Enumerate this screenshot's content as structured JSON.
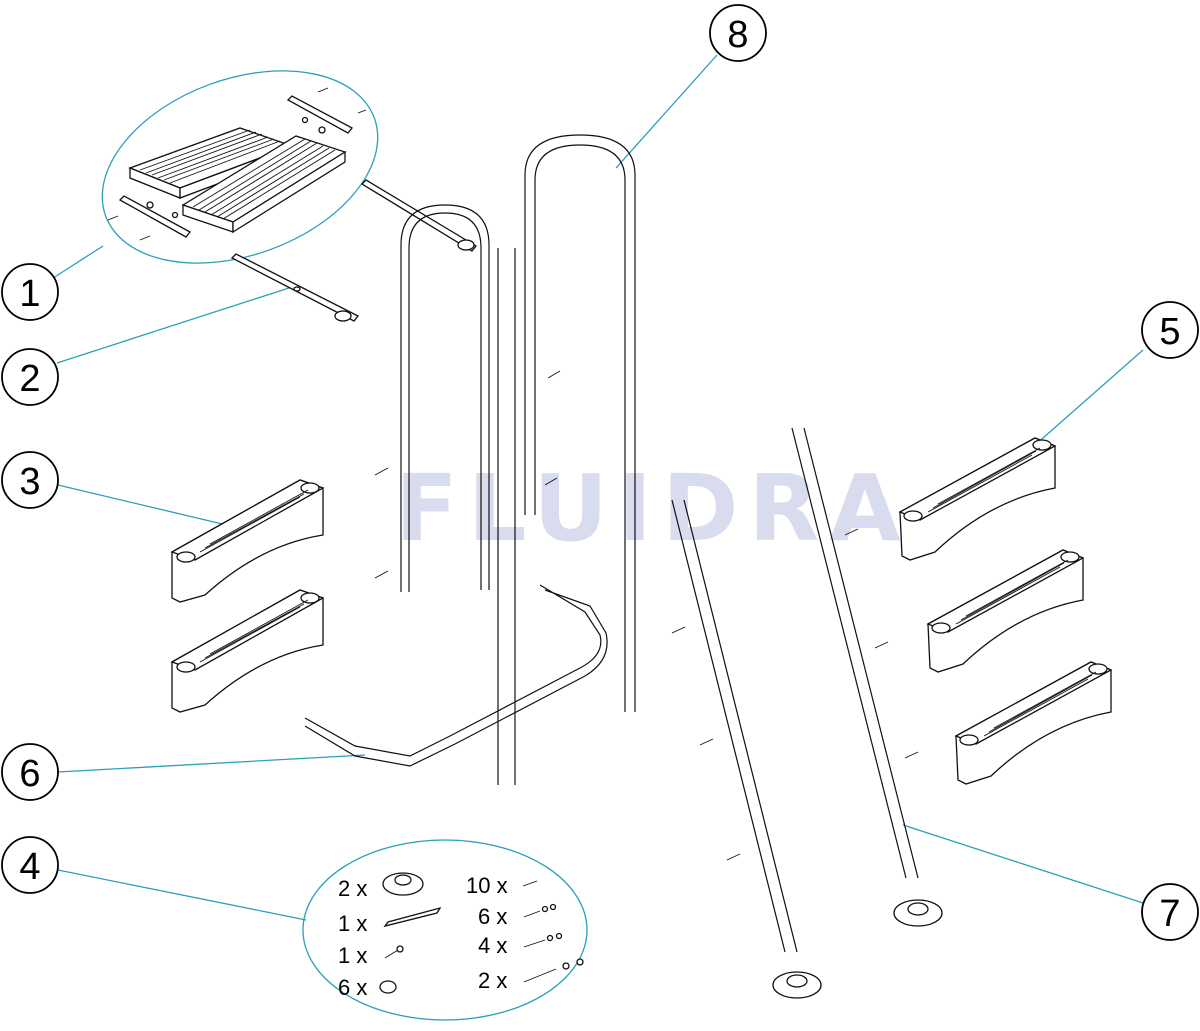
{
  "watermark": "FLUIDRA",
  "colors": {
    "leader": "#2aa0b8",
    "watermark": "#d9dcef",
    "line": "#111111"
  },
  "callouts": [
    {
      "id": "1",
      "label": "1"
    },
    {
      "id": "2",
      "label": "2"
    },
    {
      "id": "3",
      "label": "3"
    },
    {
      "id": "4",
      "label": "4"
    },
    {
      "id": "5",
      "label": "5"
    },
    {
      "id": "6",
      "label": "6"
    },
    {
      "id": "7",
      "label": "7"
    },
    {
      "id": "8",
      "label": "8"
    }
  ],
  "hardware_kit": {
    "left": [
      {
        "qty": "2 x",
        "item": "base-plate"
      },
      {
        "qty": "1 x",
        "item": "flat-bar"
      },
      {
        "qty": "1 x",
        "item": "bolt"
      },
      {
        "qty": "6 x",
        "item": "end-cap"
      }
    ],
    "right": [
      {
        "qty": "10 x",
        "item": "pin"
      },
      {
        "qty": "6 x",
        "item": "screw-nut"
      },
      {
        "qty": "4 x",
        "item": "screw-nut"
      },
      {
        "qty": "2 x",
        "item": "long-bolt"
      }
    ]
  }
}
